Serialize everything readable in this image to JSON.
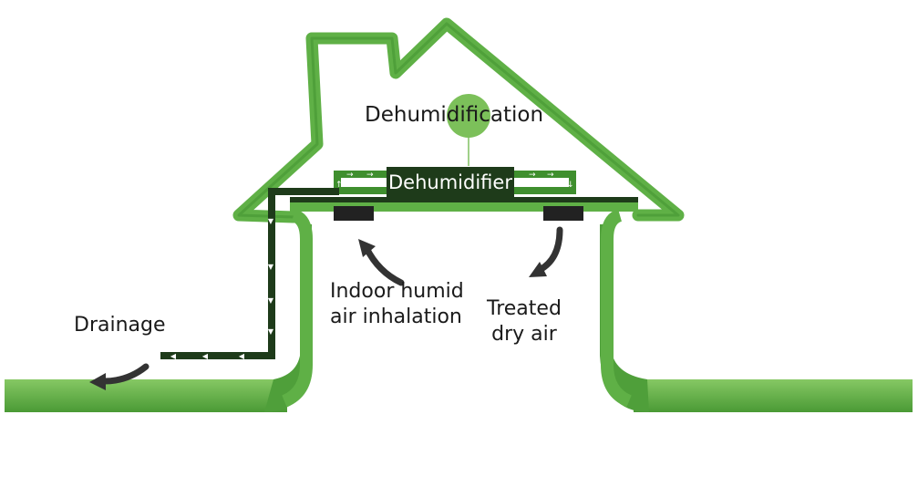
{
  "labels": {
    "dehumidification": "Dehumidification",
    "dehumidifier": "Dehumidifier",
    "indoor_line1": "Indoor humid",
    "indoor_line2": "air inhalation",
    "treated_line1": "Treated",
    "treated_line2": "dry air",
    "drainage": "Drainage"
  },
  "colors": {
    "house_green": "#5fb046",
    "house_green_dark": "#3f8f2e",
    "circle_green": "#7cc05a",
    "duct_dark": "#1e3b1a",
    "vent_black": "#222222",
    "arrow_gray": "#333333",
    "text": "#1a1a1a"
  }
}
